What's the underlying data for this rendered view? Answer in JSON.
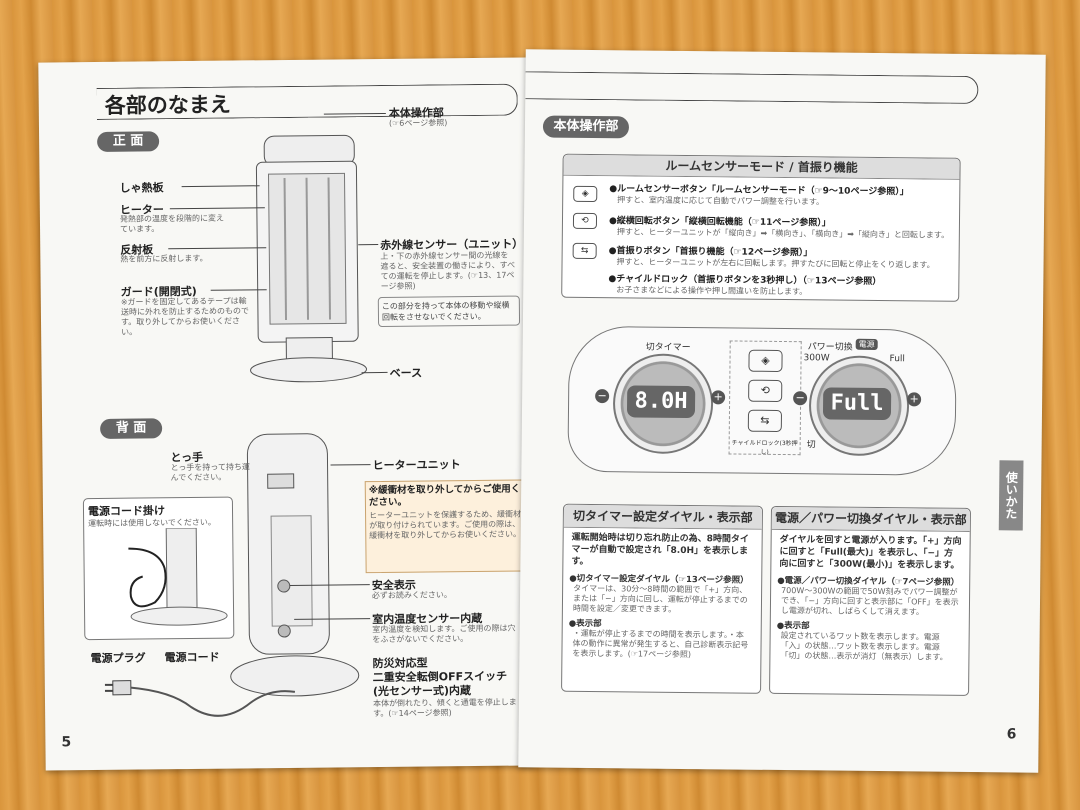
{
  "left_page": {
    "title": "各部のなまえ",
    "front": {
      "heading": "正 面",
      "labels": {
        "operation": "本体操作部",
        "operation_ref": "(☞6ページ参照)",
        "shield": "しゃ熱板",
        "heater": "ヒーター",
        "heater_desc": "発熱部の温度を段階的に変えています。",
        "reflector": "反射板",
        "reflector_desc": "熱を前方に反射します。",
        "guard": "ガード(開閉式)",
        "guard_desc": "※ガードを固定してあるテープは輸送時に外れを防止するためのものです。取り外してからお使いください。",
        "ir_sensor": "赤外線センサー（ユニット）",
        "ir_desc": "上・下の赤外線センサー間の光線を遮ると、安全装置の働きにより、すべての運転を停止します。(☞13、17ページ参照)",
        "ir_note": "この部分を持って本体の移動や縦横回転をさせないでください。",
        "base": "ベース"
      }
    },
    "back": {
      "heading": "背 面",
      "labels": {
        "handle": "とっ手",
        "handle_desc": "とっ手を持って持ち運んでください。",
        "heater_unit": "ヒーターユニット",
        "cord_hook": "電源コード掛け",
        "cord_hook_desc": "運転時には使用しないでください。",
        "buffer_note_title": "※緩衝材を取り外してからご使用ください。",
        "buffer_note_body": "ヒーターユニットを保護するため、緩衝材が取り付けられています。ご使用の際は、緩衝材を取り外してからお使いください。",
        "safety": "安全表示",
        "safety_desc": "必ずお読みください。",
        "room_sensor": "室内温度センサー内蔵",
        "room_sensor_desc": "室内温度を検知します。ご使用の際は穴をふさがないでください。",
        "tip_over": "防災対応型",
        "tip_over_2": "二重安全転倒OFFスイッチ",
        "tip_over_3": "(光センサー式)内蔵",
        "tip_over_desc": "本体が倒れたり、傾くと通電を停止します。(☞14ページ参照)",
        "plug": "電源プラグ",
        "cord": "電源コード"
      }
    },
    "page_number": "5"
  },
  "right_page": {
    "section": "本体操作部",
    "mode_box": {
      "title": "ルームセンサーモード / 首振り機能",
      "items": [
        {
          "title": "●ルームセンサーボタン「ルームセンサーモード（☞9～10ページ参照）」",
          "desc": "押すと、室内温度に応じて自動でパワー調整を行います。"
        },
        {
          "title": "●縦横回転ボタン「縦横回転機能（☞11ページ参照）」",
          "desc": "押すと、ヒーターユニットが「縦向き」➡「横向き」、「横向き」➡「縦向き」と回転します。"
        },
        {
          "title": "●首振りボタン「首振り機能（☞12ページ参照）」",
          "desc": "押すと、ヒーターユニットが左右に回転します。押すたびに回転と停止をくり返します。"
        },
        {
          "title": "●チャイルドロック（首振りボタンを3秒押し）（☞13ページ参照）",
          "desc": "お子さまなどによる操作や押し間違いを防止します。"
        }
      ]
    },
    "panel": {
      "timer_label": "切タイマー",
      "timer_display": "8.0H",
      "power_label": "パワー切換",
      "power_badge": "電源",
      "power_300": "300W",
      "power_full": "Full",
      "power_off": "切",
      "power_display": "Full",
      "child_lock_label": "チャイルドロック(3秒押し)",
      "minus": "−",
      "plus": "+"
    },
    "timer_col": {
      "title": "切タイマー設定ダイヤル・表示部",
      "lead": "運転開始時は切り忘れ防止の為、8時間タイマーが自動で設定され「8.0H」を表示します。",
      "item1_title": "●切タイマー設定ダイヤル（☞13ページ参照）",
      "item1_desc": "タイマーは、30分～8時間の範囲で「+」方向、または「−」方向に回し、運転が停止するまでの時間を設定／変更できます。",
      "item2_title": "●表示部",
      "item2_desc": "・運転が停止するまでの時間を表示します。・本体の動作に異常が発生すると、自己診断表示記号を表示します。(☞17ページ参照)"
    },
    "power_col": {
      "title": "電源／パワー切換ダイヤル・表示部",
      "lead": "ダイヤルを回すと電源が入ります。「+」方向に回すと「Full(最大)」を表示し、「−」方向に回すと「300W(最小)」を表示します。",
      "item1_title": "●電源／パワー切換ダイヤル（☞7ページ参照）",
      "item1_desc": "700W～300Wの範囲で50W刻みでパワー調整ができ、「−」方向に回すと表示部に「OFF」を表示し電源が切れ、しばらくして消えます。",
      "item2_title": "●表示部",
      "item2_desc": "設定されているワット数を表示します。電源「入」の状態…ワット数を表示します。電源「切」の状態…表示が消灯（無表示）します。"
    },
    "side_tab": "使いかた",
    "page_number": "6"
  }
}
